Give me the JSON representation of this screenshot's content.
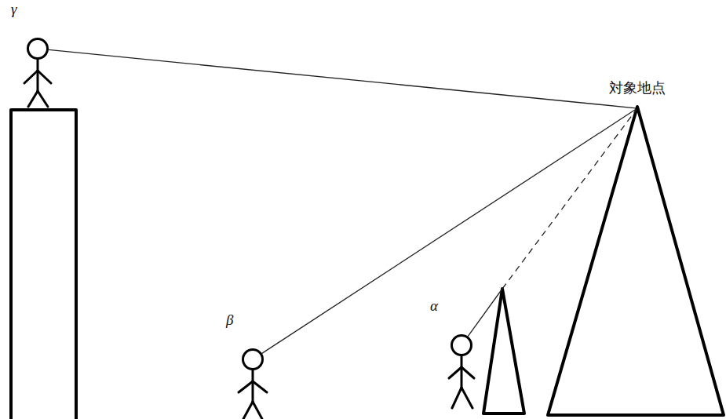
{
  "diagram": {
    "nodes": [
      {
        "text": [
          "γ"
        ]
      },
      {
        "text": [
          "対象地点"
        ]
      },
      {
        "text": [
          "β"
        ]
      },
      {
        "text": [
          "α"
        ]
      }
    ],
    "edges": [
      {
        "from": 0,
        "to": 1,
        "arrow": "none"
      },
      {
        "from": 2,
        "to": 1,
        "arrow": "none"
      },
      {
        "from": 3,
        "to": 1,
        "arrow": "none"
      }
    ]
  }
}
